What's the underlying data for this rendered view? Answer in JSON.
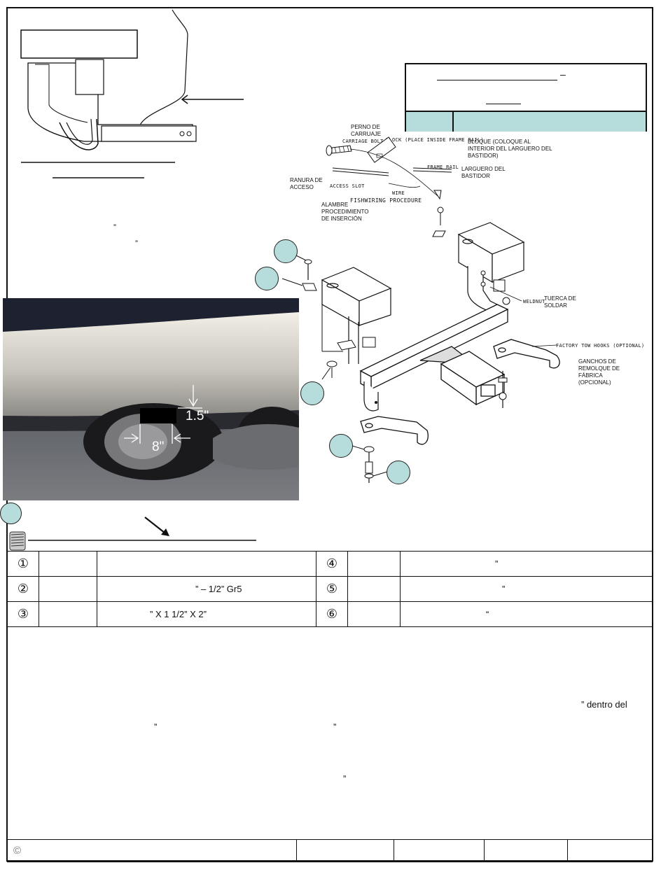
{
  "diagram_labels": {
    "carriage_bolt_es": "PERNO DE CARRUAJE",
    "carriage_bolt_en": "CARRIAGE BOLT",
    "block_en": "BLOCK (PLACE INSIDE FRAME RAIL)",
    "block_es": "BLOQUE (COLOQUE AL INTERIOR DEL LARGUERO DEL BASTIDOR)",
    "frame_rail_en": "FRAME RAIL",
    "frame_rail_es": "LARGUERO DEL BASTIDOR",
    "access_slot_es": "RANURA DE ACCESO",
    "access_slot_en": "ACCESS SLOT",
    "wire_en": "WIRE",
    "fishwiring_en": "FISHWIRING PROCEDURE",
    "fishwiring_es": "ALAMBRE PROCEDIMIENTO DE INSERCIÓN",
    "weldnut_en": "WELDNUT",
    "weldnut_es": "TUERCA DE SOLDAR",
    "tow_hooks_en": "FACTORY TOW HOOKS (OPTIONAL)",
    "tow_hooks_es": "GANCHOS DE REMOLQUE DE FÁBRICA (OPCIONAL)"
  },
  "header_box": {
    "dash": "–"
  },
  "left_marks": {
    "quote1": "”",
    "quote2": "”"
  },
  "photo": {
    "dim_height": "1.5\"",
    "dim_width": "8\""
  },
  "parts": [
    {
      "num": "①",
      "c2": "",
      "c3": "",
      "num2": "④",
      "c5": "",
      "c6": "”"
    },
    {
      "num": "②",
      "c2": "",
      "c3": "” –            1/2” Gr5",
      "num2": "⑤",
      "c5": "",
      "c6": "”"
    },
    {
      "num": "③",
      "c2": "",
      "c3": "” X 1 1/2” X 2”",
      "num2": "⑥",
      "c5": "",
      "c6": "“"
    }
  ],
  "body_text": {
    "frag1": "” dentro del",
    "frag2": "”",
    "frag3": "”",
    "frag4": "”"
  },
  "footer": {
    "copyright": "©"
  }
}
